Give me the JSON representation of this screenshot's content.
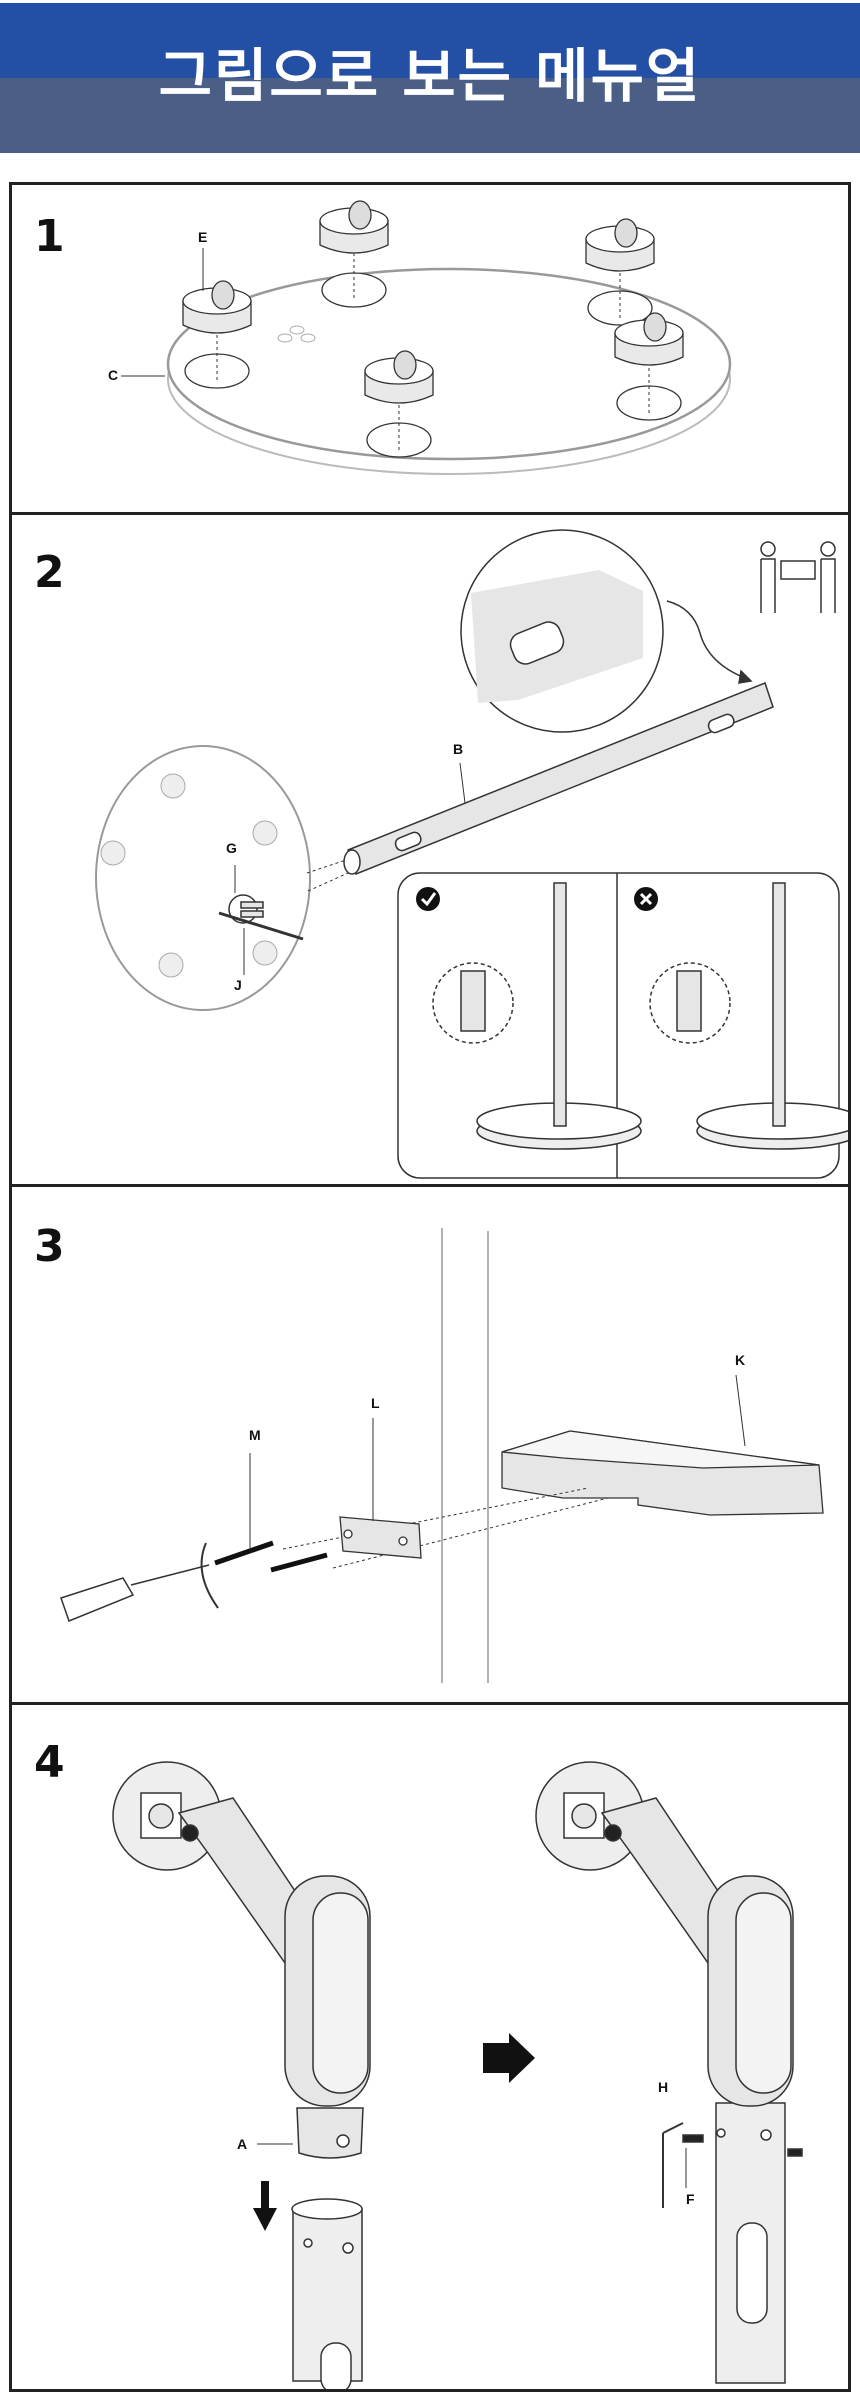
{
  "header": {
    "title": "그림으로 보는 메뉴얼"
  },
  "colors": {
    "banner_top": "#2350a4",
    "banner_bottom": "#4a5e86",
    "part_fill": "#e9e9e9",
    "stroke": "#333333"
  },
  "steps": [
    {
      "number": "1",
      "labels": {
        "e": "E",
        "c": "C"
      }
    },
    {
      "number": "2",
      "labels": {
        "b": "B",
        "g": "G",
        "j": "J"
      },
      "icons": [
        "two-person-lift-icon",
        "check-icon",
        "cross-icon"
      ]
    },
    {
      "number": "3",
      "labels": {
        "k": "K",
        "l": "L",
        "m": "M"
      }
    },
    {
      "number": "4",
      "labels": {
        "a": "A",
        "h": "H",
        "f": "F"
      }
    }
  ]
}
